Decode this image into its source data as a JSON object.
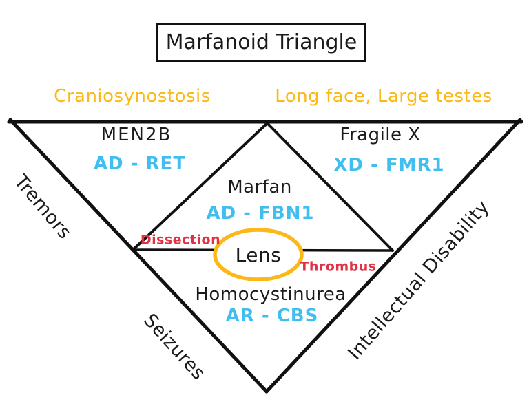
{
  "title": "Marfanoid Triangle",
  "colors": {
    "yellow": "#fbb817",
    "blue": "#41bef0",
    "red": "#e03145",
    "black": "#111111"
  },
  "top_labels": {
    "left": "Craniosynostosis",
    "right": "Long face, Large testes"
  },
  "regions": {
    "men2b": {
      "name": "MEN2B",
      "genetics": "AD - RET"
    },
    "fragile_x": {
      "name": "Fragile X",
      "genetics": "XD - FMR1"
    },
    "marfan": {
      "name": "Marfan",
      "genetics": "AD - FBN1"
    },
    "homocystinurea": {
      "name": "Homocystinurea",
      "genetics": "AR - CBS"
    }
  },
  "center": {
    "lens": "Lens",
    "left_annotation": "Dissection",
    "right_annotation": "Thrombus"
  },
  "edge_labels": {
    "left": "Tremors",
    "bottom_left": "Seizures",
    "right": "Intellectual Disability"
  }
}
